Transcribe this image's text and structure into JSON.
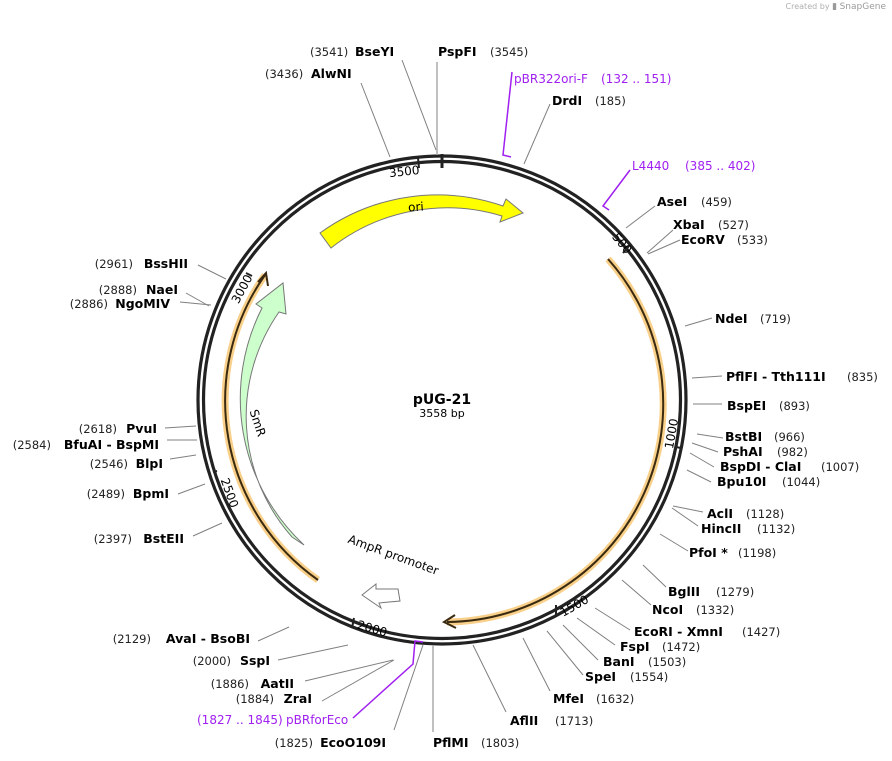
{
  "credit": {
    "prefix": "Created by",
    "brand": "SnapGene"
  },
  "plasmid": {
    "name": "pUG-21",
    "length_label": "3558 bp",
    "length": 3558
  },
  "ticks": [
    {
      "pos": 500,
      "label": "500"
    },
    {
      "pos": 1000,
      "label": "1000"
    },
    {
      "pos": 1500,
      "label": "1500"
    },
    {
      "pos": 2000,
      "label": "2000"
    },
    {
      "pos": 2500,
      "label": "2500"
    },
    {
      "pos": 3000,
      "label": "3000"
    },
    {
      "pos": 3500,
      "label": "3500"
    }
  ],
  "features": [
    {
      "name": "ori",
      "type": "rep_origin",
      "color": "#ffff00"
    },
    {
      "name": "SmR",
      "type": "CDS",
      "color": "#ccffcc"
    },
    {
      "name": "AmpR promoter",
      "type": "promoter",
      "color": "#ffffff"
    }
  ],
  "primers": [
    {
      "name": "pBR322ori-F",
      "range": "(132 .. 151)"
    },
    {
      "name": "L4440",
      "range": "(385 .. 402)"
    },
    {
      "name": "pBRforEco",
      "range": "(1827 .. 1845)"
    }
  ],
  "sites_right": [
    {
      "name": "PspFI",
      "pos": "(3545)"
    },
    {
      "name": "DrdI",
      "pos": "(185)"
    },
    {
      "name": "AseI",
      "pos": "(459)"
    },
    {
      "name": "XbaI",
      "pos": "(527)"
    },
    {
      "name": "EcoRV",
      "pos": "(533)"
    },
    {
      "name": "NdeI",
      "pos": "(719)"
    },
    {
      "name": "PflFI - Tth111I",
      "pos": "(835)"
    },
    {
      "name": "BspEI",
      "pos": "(893)"
    },
    {
      "name": "BstBI",
      "pos": "(966)"
    },
    {
      "name": "PshAI",
      "pos": "(982)"
    },
    {
      "name": "BspDI - ClaI",
      "pos": "(1007)"
    },
    {
      "name": "Bpu10I",
      "pos": "(1044)"
    },
    {
      "name": "AclI",
      "pos": "(1128)"
    },
    {
      "name": "HincII",
      "pos": "(1132)"
    },
    {
      "name": "PfoI *",
      "pos": "(1198)"
    },
    {
      "name": "BglII",
      "pos": "(1279)"
    },
    {
      "name": "NcoI",
      "pos": "(1332)"
    },
    {
      "name": "EcoRI - XmnI",
      "pos": "(1427)"
    },
    {
      "name": "FspI",
      "pos": "(1472)"
    },
    {
      "name": "BanI",
      "pos": "(1503)"
    },
    {
      "name": "SpeI",
      "pos": "(1554)"
    },
    {
      "name": "MfeI",
      "pos": "(1632)"
    },
    {
      "name": "AflII",
      "pos": "(1713)"
    },
    {
      "name": "PflMI",
      "pos": "(1803)"
    }
  ],
  "sites_left": [
    {
      "name": "BseYI",
      "pos": "(3541)"
    },
    {
      "name": "AlwNI",
      "pos": "(3436)"
    },
    {
      "name": "BssHII",
      "pos": "(2961)"
    },
    {
      "name": "NaeI",
      "pos": "(2888)"
    },
    {
      "name": "NgoMIV",
      "pos": "(2886)"
    },
    {
      "name": "PvuI",
      "pos": "(2618)"
    },
    {
      "name": "BfuAI - BspMI",
      "pos": "(2584)"
    },
    {
      "name": "BlpI",
      "pos": "(2546)"
    },
    {
      "name": "BpmI",
      "pos": "(2489)"
    },
    {
      "name": "BstEII",
      "pos": "(2397)"
    },
    {
      "name": "AvaI - BsoBI",
      "pos": "(2129)"
    },
    {
      "name": "SspI",
      "pos": "(2000)"
    },
    {
      "name": "AatII",
      "pos": "(1886)"
    },
    {
      "name": "ZraI",
      "pos": "(1884)"
    },
    {
      "name": "EcoO109I",
      "pos": "(1825)"
    }
  ],
  "colors": {
    "backbone": "#222222",
    "orf": "#f7c46c",
    "primer": "#a020f0",
    "leader": "#808080"
  }
}
